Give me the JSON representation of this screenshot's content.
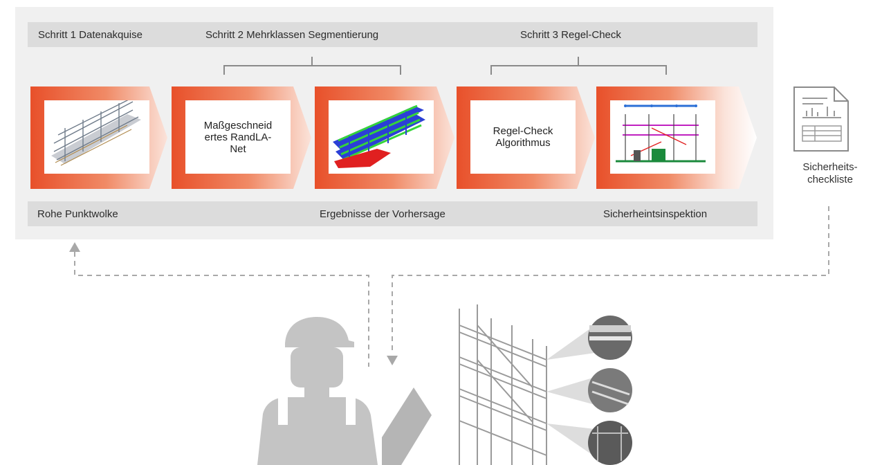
{
  "steps": {
    "step1": "Schritt 1 Datenakquise",
    "step2": "Schritt 2 Mehrklassen Segmentierung",
    "step3": "Schritt 3 Regel-Check"
  },
  "stages": [
    {
      "name": "point-cloud-image",
      "text": ""
    },
    {
      "name": "randla-net",
      "text": "Maßgeschneid ertes RandLA-Net",
      "lines": [
        "Maßgeschneid",
        "ertes RandLA-",
        "Net"
      ]
    },
    {
      "name": "segmentation-result-image",
      "text": ""
    },
    {
      "name": "rule-check-algorithm",
      "text": "Regel-Check Algorithmus",
      "lines": [
        "Regel-Check",
        "Algorithmus"
      ]
    },
    {
      "name": "inspection-image",
      "text": ""
    }
  ],
  "outputs": {
    "raw_cloud": "Rohe Punktwolke",
    "prediction": "Ergebnisse der Vorhersage",
    "inspection": "Sicherheintsinspektion"
  },
  "document": {
    "caption_line1": "Sicherheits-",
    "caption_line2": "checkliste"
  },
  "colors": {
    "accent": "#e8502a",
    "accent_light": "#f7c9b8",
    "panel": "#f0f0f0",
    "band": "#dcdcdc",
    "icon_gray": "#b8b8b8",
    "bracket": "#8a8a8a"
  }
}
